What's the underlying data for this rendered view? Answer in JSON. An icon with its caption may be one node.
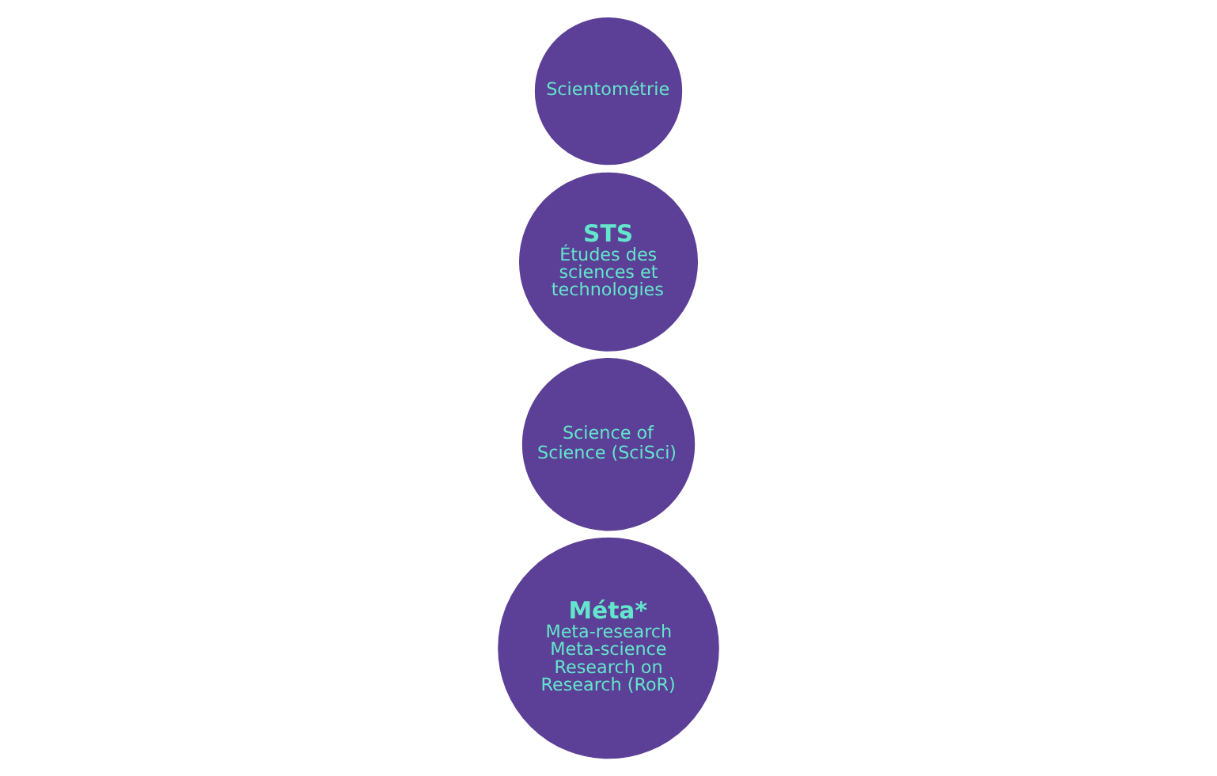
{
  "diagram": {
    "nodes": [
      {
        "text": [
          "Méta*",
          "Meta-research",
          "Meta-science",
          "Research on Research (RoR)"
        ]
      },
      {
        "text": [
          "Science of Science (SciSci)"
        ]
      },
      {
        "text": [
          "STS",
          "Études des sciences et technologies"
        ]
      },
      {
        "text": [
          "Scientométrie"
        ]
      }
    ]
  }
}
